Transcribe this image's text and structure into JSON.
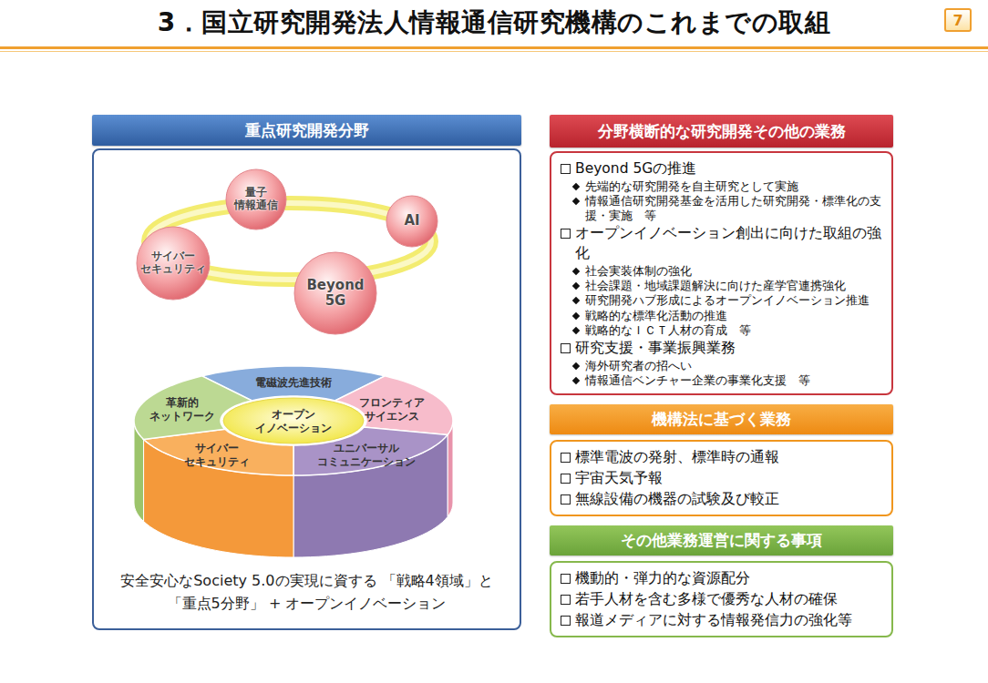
{
  "diagram": {
    "title": "3．国立研究開発法人情報通信研究機構のこれまでの取組",
    "nodes": [
      {
        "text": [
          "重点研究開発分野",
          "安全安心なSociety 5.0の実現に資する 「戦略4領域」と「重点5分野」 + オープンイノベーション"
        ]
      },
      {
        "text": [
          "量子 情報通信"
        ],
        "in": 0
      },
      {
        "text": [
          "AI"
        ],
        "in": 0
      },
      {
        "text": [
          "サイバー セキュリティ"
        ],
        "in": 0
      },
      {
        "text": [
          "Beyond 5G"
        ],
        "in": 0
      },
      {
        "text": [
          "電磁波先進技術"
        ],
        "in": 0
      },
      {
        "text": [
          "革新的 ネットワーク"
        ],
        "in": 0
      },
      {
        "text": [
          "フロンティア サイエンス"
        ],
        "in": 0
      },
      {
        "text": [
          "オープン イノベーション"
        ],
        "in": 0
      },
      {
        "text": [
          "サイバー セキュリティ"
        ],
        "in": 0
      },
      {
        "text": [
          "ユニバーサル コミュニケーション"
        ],
        "in": 0
      },
      {
        "text": [
          "分野横断的な研究開発その他の業務",
          "Beyond 5Gの推進",
          "先端的な研究開発を自主研究として実施",
          "情報通信研究開発基金を活用した研究開発・標準化の支援・実施　等",
          "オープンイノベーション創出に向けた取組の強化",
          "社会実装体制の強化",
          "社会課題・地域課題解決に向けた産学官連携強化",
          "研究開発ハブ形成によるオープンイノベーション推進",
          "戦略的な標準化活動の推進",
          "戦略的なＩＣＴ人材の育成　等",
          "研究支援・事業振興業務",
          "海外研究者の招へい",
          "情報通信ベンチャー企業の事業化支援　等"
        ]
      },
      {
        "text": [
          "機構法に基づく業務",
          "標準電波の発射、標準時の通報",
          "宇宙天気予報",
          "無線設備の機器の試験及び較正"
        ]
      },
      {
        "text": [
          "その他業務運営に関する事項",
          "機動的・弾力的な資源配分",
          "若手人材を含む多様で優秀な人材の確保",
          "報道メディアに対する情報発信力の強化等"
        ]
      }
    ],
    "labels": [
      "7"
    ]
  }
}
